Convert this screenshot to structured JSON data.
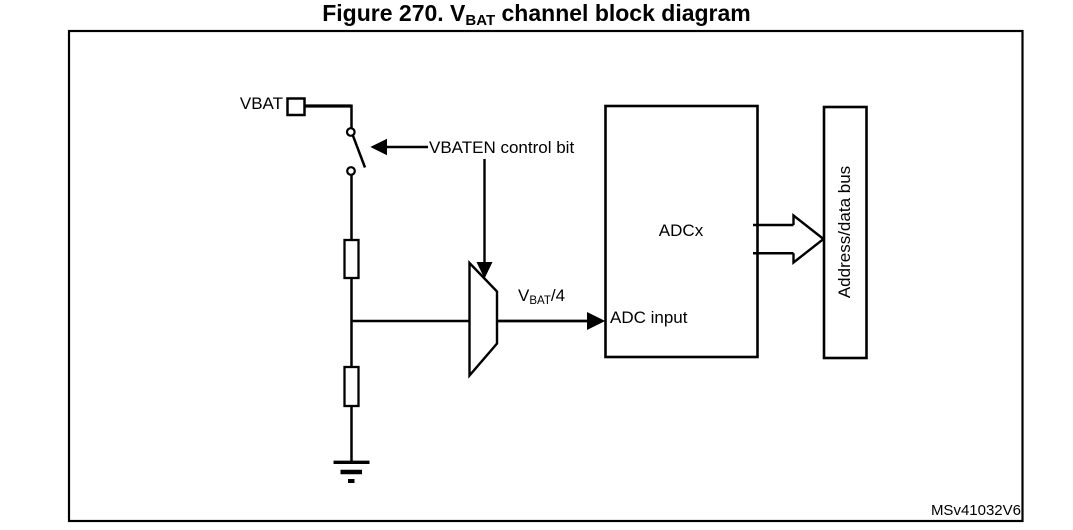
{
  "title": {
    "prefix": "Figure 270. V",
    "subscript": "BAT",
    "suffix": " channel block diagram"
  },
  "labels": {
    "vbat_pin": "VBAT",
    "vbaten": "VBATEN control bit",
    "signal_prefix": "V",
    "signal_subscript": "BAT",
    "signal_suffix": "/4",
    "adc_block": "ADCx",
    "adc_input": "ADC input",
    "bus": "Address/data bus",
    "watermark": "MSv41032V6"
  },
  "colors": {
    "ink": "#000000",
    "background": "#ffffff"
  }
}
